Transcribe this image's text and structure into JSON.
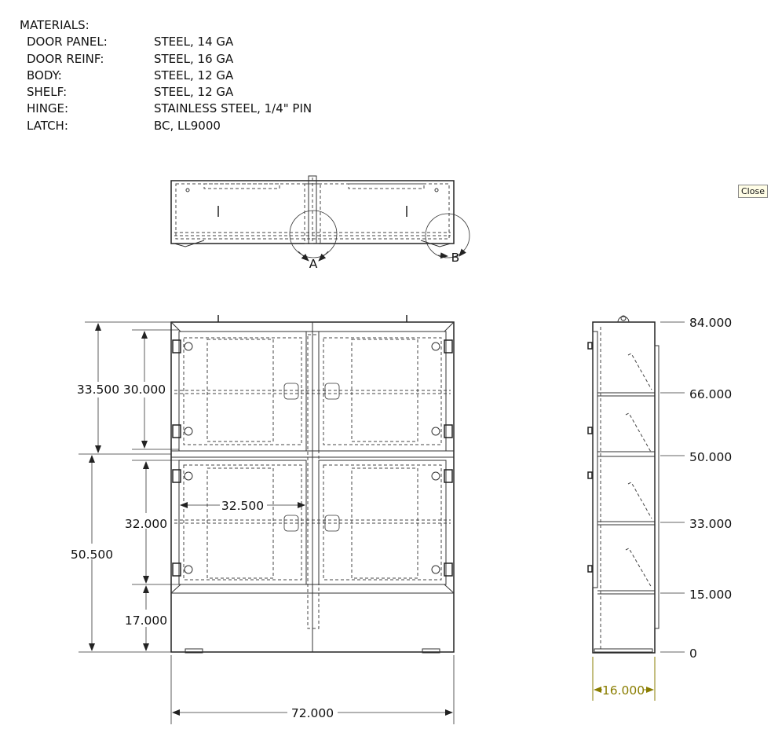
{
  "materials": {
    "heading": "MATERIALS:",
    "rows": [
      {
        "label": "DOOR PANEL:",
        "value": "STEEL, 14 GA"
      },
      {
        "label": "DOOR REINF:",
        "value": "STEEL, 16 GA"
      },
      {
        "label": "BODY:",
        "value": "STEEL, 12 GA"
      },
      {
        "label": "SHELF:",
        "value": "STEEL, 12 GA"
      },
      {
        "label": "HINGE:",
        "value": "STAINLESS STEEL, 1/4\" PIN"
      },
      {
        "label": "LATCH:",
        "value": "BC, LL9000"
      }
    ]
  },
  "top_view": {
    "callout_a": "A",
    "callout_b": "B"
  },
  "front_view": {
    "dim_upper_total": "33.500",
    "dim_upper_door": "30.000",
    "dim_lower_total": "50.500",
    "dim_lower_door": "32.000",
    "dim_base": "17.000",
    "dim_door_width": "32.500",
    "dim_overall_width": "72.000"
  },
  "side_view": {
    "levels": [
      "84.000",
      "66.000",
      "50.000",
      "33.000",
      "15.000",
      "0"
    ],
    "depth": "16.000",
    "depth_color": "#8a7d00"
  },
  "ui": {
    "close_label": "Close"
  }
}
